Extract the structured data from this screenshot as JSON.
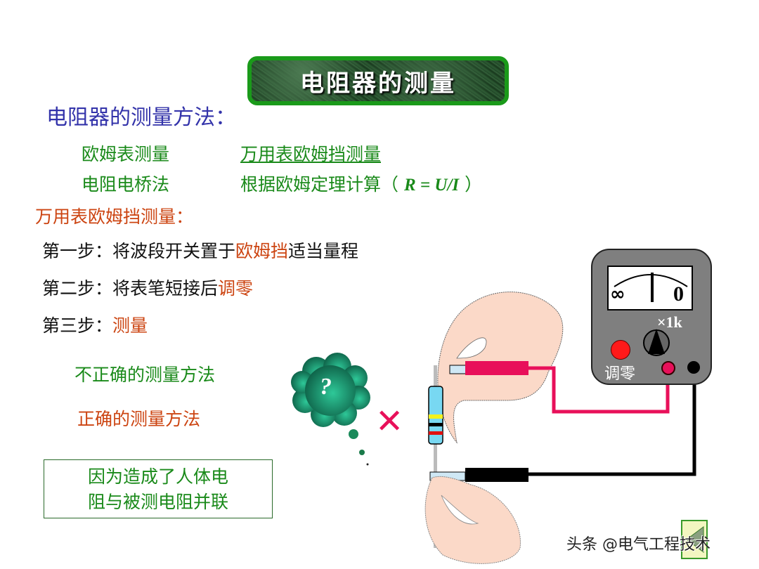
{
  "slide": {
    "title": "电阻器的测量",
    "methods_heading": "电阻器的测量方法：",
    "methods": [
      {
        "label": "欧姆表测量",
        "link": false
      },
      {
        "label": "万用表欧姆挡测量",
        "link": true
      },
      {
        "label": "电阻电桥法",
        "link": false
      },
      {
        "label": "根据欧姆定理计算（",
        "link": false
      }
    ],
    "formula": "R = U/I",
    "formula_close": "）",
    "multimeter_heading": "万用表欧姆挡测量：",
    "steps": [
      {
        "prefix": "第一步：将波段开关置于",
        "highlight": "欧姆挡",
        "suffix": "适当量程"
      },
      {
        "prefix": "第二步：将表笔短接后",
        "highlight": "调零",
        "suffix": ""
      },
      {
        "prefix": "第三步：",
        "highlight": "测量",
        "suffix": ""
      }
    ],
    "incorrect_method": "不正确的测量方法",
    "correct_method": "正确的测量方法",
    "explanation_line1": "因为造成了人体电",
    "explanation_line2": "阻与被测电阻并联",
    "thought_bubble": "?",
    "wrong_mark": "✕"
  },
  "meter": {
    "infinity": "∞",
    "zero": "0",
    "range": "×1k",
    "zero_adjust": "调零"
  },
  "colors": {
    "title_border": "#1a9a1a",
    "heading_blue": "#3333aa",
    "green_text": "#1a8a1a",
    "red_highlight": "#cc4411",
    "probe_red": "#e8105a",
    "meter_body": "#7f7f7f"
  },
  "watermark": "头条 @电气工程技术"
}
